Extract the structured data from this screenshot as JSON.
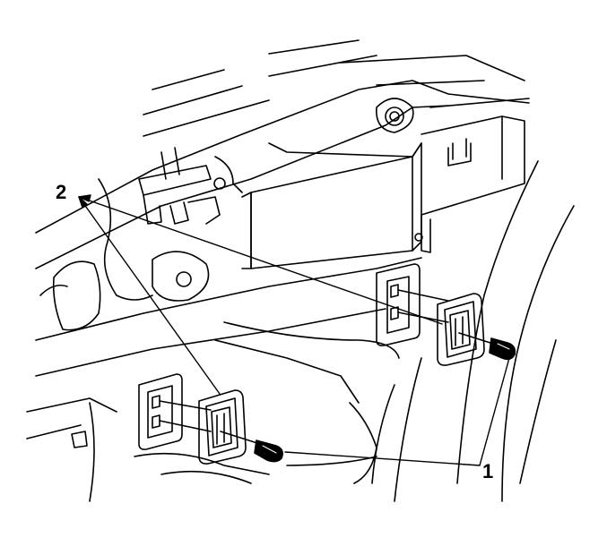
{
  "diagram": {
    "callouts": [
      {
        "id": "2",
        "label": "2"
      },
      {
        "id": "1",
        "label": "1"
      }
    ],
    "colors": {
      "line": "#000000",
      "background": "#ffffff"
    }
  }
}
